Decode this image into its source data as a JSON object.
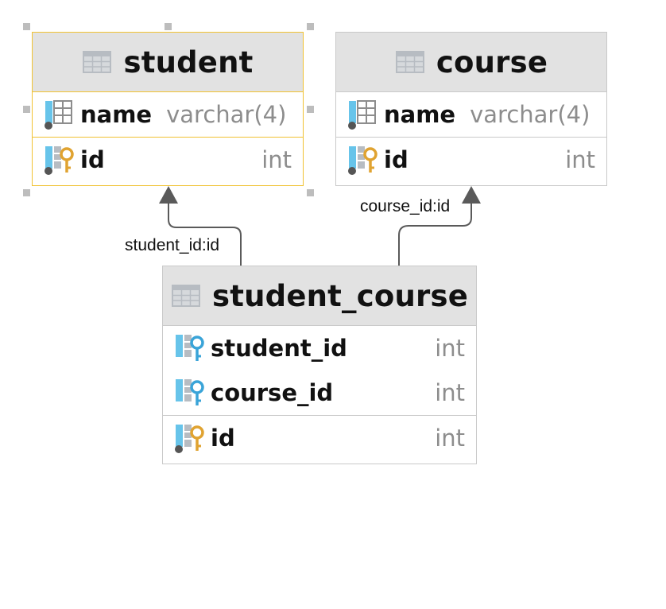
{
  "tables": {
    "student": {
      "title": "student",
      "selected": true,
      "columns": [
        {
          "name": "name",
          "type": "varchar(4)",
          "icon": "column-icon"
        },
        {
          "name": "id",
          "type": "int",
          "icon": "primary-key-icon"
        }
      ]
    },
    "course": {
      "title": "course",
      "selected": false,
      "columns": [
        {
          "name": "name",
          "type": "varchar(4)",
          "icon": "column-icon"
        },
        {
          "name": "id",
          "type": "int",
          "icon": "primary-key-icon"
        }
      ]
    },
    "student_course": {
      "title": "student_course",
      "selected": false,
      "columns": [
        {
          "name": "student_id",
          "type": "int",
          "icon": "foreign-key-icon"
        },
        {
          "name": "course_id",
          "type": "int",
          "icon": "foreign-key-icon"
        },
        {
          "name": "id",
          "type": "int",
          "icon": "primary-key-icon"
        }
      ]
    }
  },
  "relations": [
    {
      "from": "student_course",
      "to": "student",
      "label": "student_id:id"
    },
    {
      "from": "student_course",
      "to": "course",
      "label": "course_id:id"
    }
  ],
  "colors": {
    "header_bg": "#e2e2e2",
    "border": "#c9c9c9",
    "selection": "#f1c232",
    "type_text": "#8d8d8d",
    "primary_key": "#e0a331",
    "foreign_key": "#3aa4d8",
    "edge": "#5a5a5a"
  }
}
